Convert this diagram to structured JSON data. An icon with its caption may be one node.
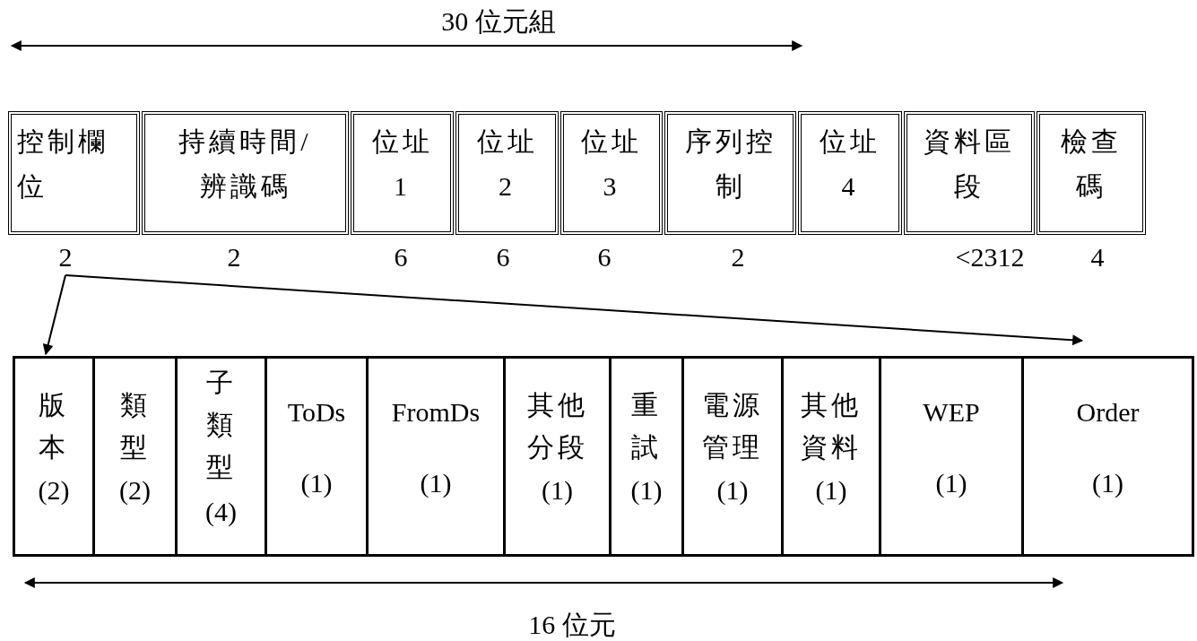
{
  "diagram": {
    "nodes": [
      {
        "text": [
          "控制欄位"
        ]
      },
      {
        "text": [
          "持續時間/辨識碼"
        ]
      },
      {
        "text": [
          "位址1"
        ]
      },
      {
        "text": [
          "位址2"
        ]
      },
      {
        "text": [
          "位址3"
        ]
      },
      {
        "text": [
          "序列控制"
        ]
      },
      {
        "text": [
          "位址4"
        ]
      },
      {
        "text": [
          "資料區段"
        ]
      },
      {
        "text": [
          "檢查碼"
        ]
      },
      {
        "text": [
          "2"
        ]
      },
      {
        "text": [
          "版本",
          "(2)"
        ]
      },
      {
        "text": [
          "類型",
          "(2)"
        ]
      },
      {
        "text": [
          "子類型",
          "(4)"
        ]
      },
      {
        "text": [
          "ToDs",
          "(1)"
        ]
      },
      {
        "text": [
          "FromDs",
          "(1)"
        ]
      },
      {
        "text": [
          "其他分段",
          "(1)"
        ]
      },
      {
        "text": [
          "重試",
          "(1)"
        ]
      },
      {
        "text": [
          "電源管理",
          "(1)"
        ]
      },
      {
        "text": [
          "其他資料",
          "(1)"
        ]
      },
      {
        "text": [
          "WEP",
          "(1)"
        ]
      },
      {
        "text": [
          "Order",
          "(1)"
        ]
      }
    ],
    "edges": [
      {
        "from": 9,
        "to": 10,
        "arrow": "to"
      },
      {
        "from": 9,
        "to": 20,
        "arrow": "to"
      }
    ],
    "labels": [
      "30 位元組",
      "2",
      "6",
      "6",
      "6",
      "2",
      "<2312",
      "4",
      "16 位元"
    ]
  }
}
